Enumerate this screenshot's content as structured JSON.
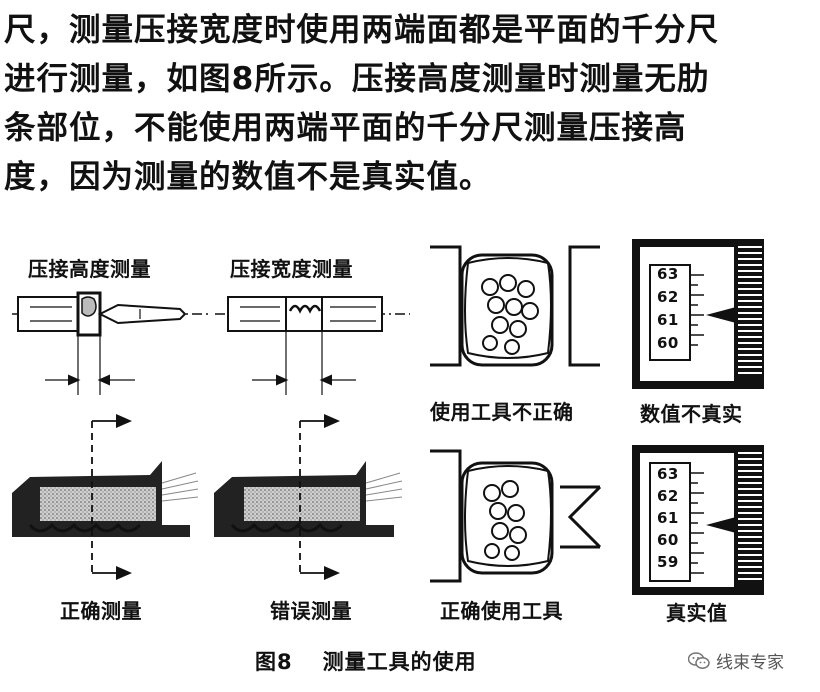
{
  "paragraph": {
    "lines": [
      "尺，测量压接宽度时使用两端面都是平面的千分尺",
      "进行测量，如图8所示。压接高度测量时测量无肋",
      "条部位，不能使用两端平面的千分尺测量压接高",
      "度，因为测量的数值不是真实值。"
    ]
  },
  "figure": {
    "labels": {
      "crimp_height": "压接高度测量",
      "crimp_width": "压接宽度测量",
      "tool_incorrect": "使用工具不正确",
      "value_not_true": "数值不真实",
      "correct_measure": "正确测量",
      "wrong_measure": "错误测量",
      "tool_correct": "正确使用工具",
      "true_value": "真实值"
    },
    "gauge_top": {
      "ticks": [
        "63",
        "62",
        "61",
        "60"
      ]
    },
    "gauge_bottom": {
      "ticks": [
        "63",
        "62",
        "61",
        "60",
        "59"
      ]
    },
    "caption": {
      "number": "图8",
      "title": "测量工具的使用"
    }
  },
  "watermark": {
    "text": "线束专家",
    "icon": "wechat-icon"
  }
}
